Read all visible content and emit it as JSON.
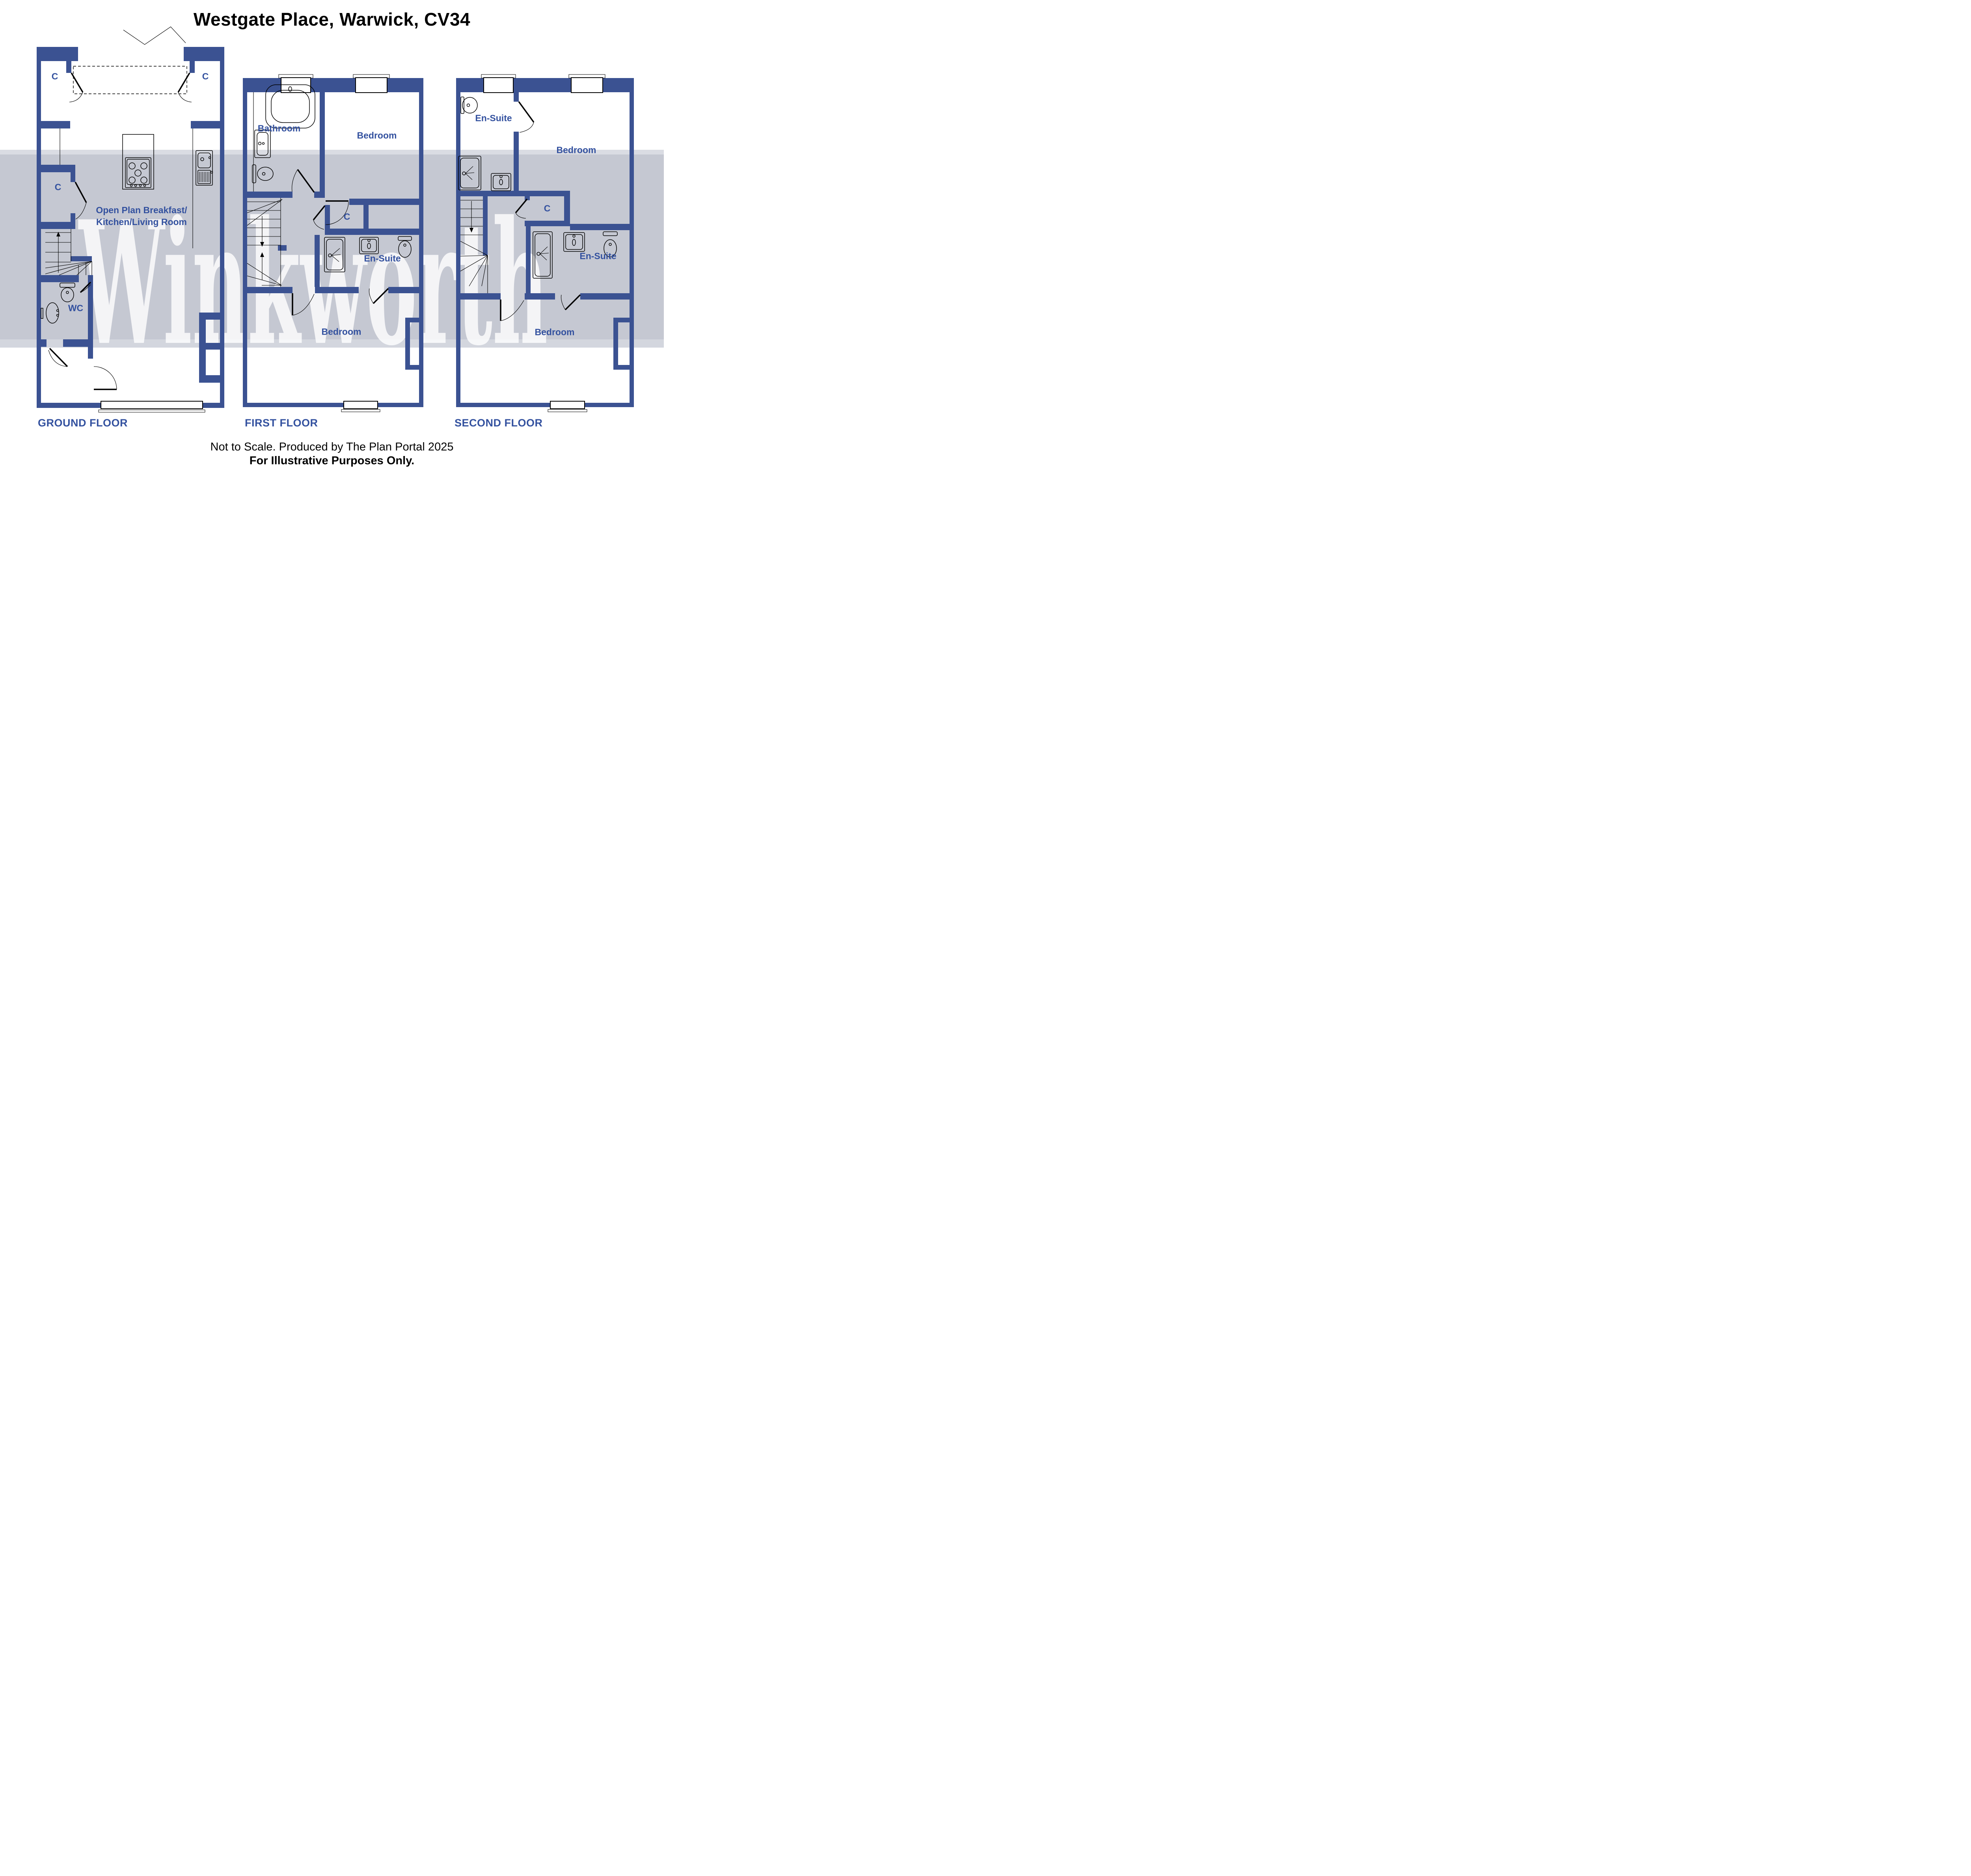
{
  "title": "Westgate Place, Warwick, CV34",
  "watermark": "Winkworth",
  "colors": {
    "wall": "#3b5292",
    "room_label": "#33519f",
    "watermark_band": "#c5c8d2",
    "watermark_band_edge": "#d3d6de",
    "watermark_text": "rgba(255,255,255,0.8)",
    "title_text": "#000000"
  },
  "floors": [
    {
      "name": "GROUND FLOOR",
      "rooms": {
        "closet_top_left": "C",
        "closet_top_right": "C",
        "closet_mid": "C",
        "open_plan_line1": "Open Plan Breakfast/",
        "open_plan_line2": "Kitchen/Living Room",
        "wc": "WC"
      }
    },
    {
      "name": "FIRST FLOOR",
      "rooms": {
        "bathroom": "Bathroom",
        "bedroom_top": "Bedroom",
        "closet": "C",
        "ensuite": "En-Suite",
        "bedroom_bottom": "Bedroom"
      }
    },
    {
      "name": "SECOND FLOOR",
      "rooms": {
        "ensuite_top": "En-Suite",
        "bedroom_top": "Bedroom",
        "closet": "C",
        "ensuite_mid": "En-Suite",
        "bedroom_bottom": "Bedroom"
      }
    }
  ],
  "footer": {
    "line1": "Not to Scale. Produced by The Plan Portal 2025",
    "line2": "For Illustrative Purposes Only."
  }
}
